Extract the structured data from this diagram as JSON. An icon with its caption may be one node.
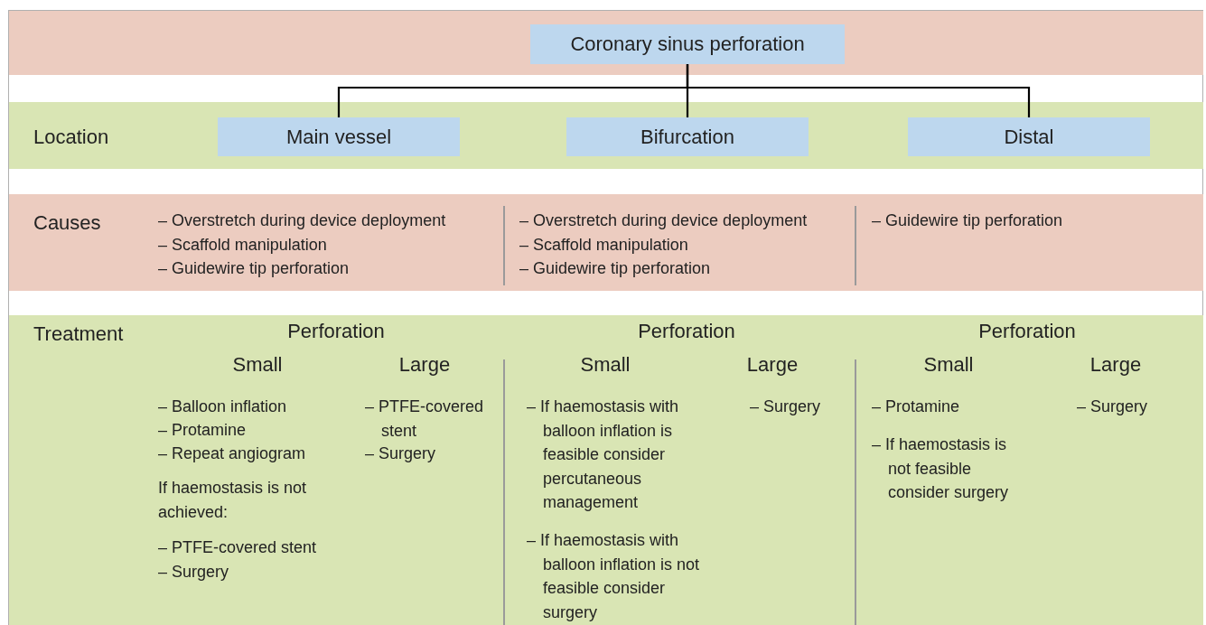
{
  "diagram": {
    "nodes": [
      {
        "text": [],
        "shape": "band"
      },
      {
        "text": [
          "Coronary sinus perforation"
        ],
        "in": 0
      },
      {
        "text": [
          "Location"
        ]
      },
      {
        "text": [
          "Main vessel"
        ],
        "in": 2
      },
      {
        "text": [
          "Bifurcation"
        ],
        "in": 2
      },
      {
        "text": [
          "Distal"
        ],
        "in": 2
      },
      {
        "text": [
          "Causes"
        ]
      },
      {
        "text": [
          "Treatment"
        ]
      }
    ],
    "edges": [
      {
        "from": 1,
        "to": 3,
        "arrow": "none"
      },
      {
        "from": 1,
        "to": 4,
        "arrow": "none"
      },
      {
        "from": 1,
        "to": 5,
        "arrow": "none"
      }
    ],
    "labels": [
      "– Overstretch during device deployment",
      "– Scaffold manipulation",
      "– Guidewire tip perforation",
      "– Overstretch during device deployment",
      "– Scaffold manipulation",
      "– Guidewire tip perforation",
      "– Guidewire tip perforation",
      "Perforation",
      "Small",
      "Large",
      "– Balloon inflation",
      "– Protamine",
      "– Repeat angiogram",
      "If haemostasis is not achieved:",
      "– PTFE-covered stent",
      "– Surgery",
      "– PTFE-covered stent",
      "– Surgery",
      "Perforation",
      "Small",
      "Large",
      "– If haemostasis with balloon inflation is feasible consider percutaneous management",
      "– If haemostasis with balloon inflation is not feasible consider surgery",
      "– Surgery",
      "Perforation",
      "Small",
      "Large",
      "– Protamine",
      "– If haemostasis is not feasible consider surgery",
      "– Surgery"
    ]
  }
}
